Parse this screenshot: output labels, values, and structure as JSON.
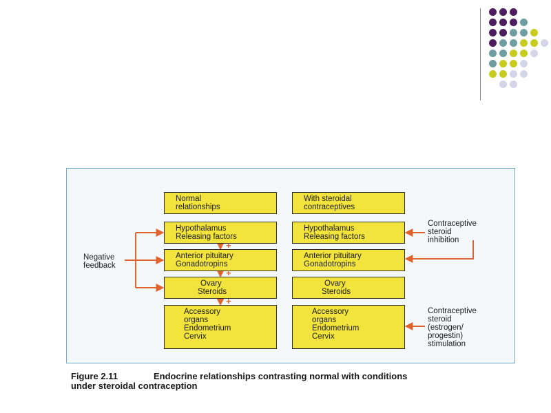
{
  "decor": {
    "dot_colors": {
      "purple": "#4b1c5e",
      "teal": "#6e9ea2",
      "yellow": "#c8cc1f",
      "lavender": "#d5d5ea"
    }
  },
  "figure": {
    "left_column": {
      "header": [
        "Normal",
        "relationships"
      ],
      "hypothalamus": [
        "Hypothalamus",
        "Releasing factors"
      ],
      "pituitary": [
        "Anterior pituitary",
        "Gonadotropins"
      ],
      "ovary": [
        "Ovary",
        "Steroids"
      ],
      "accessory": [
        "Accessory",
        "organs",
        "Endometrium",
        "Cervix"
      ]
    },
    "right_column": {
      "header": [
        "With steroidal",
        "contraceptives"
      ],
      "hypothalamus": [
        "Hypothalamus",
        "Releasing factors"
      ],
      "pituitary": [
        "Anterior pituitary",
        "Gonadotropins"
      ],
      "ovary": [
        "Ovary",
        "Steroids"
      ],
      "accessory": [
        "Accessory",
        "organs",
        "Endometrium",
        "Cervix"
      ]
    },
    "negative_feedback": [
      "Negative",
      "feedback"
    ],
    "contraceptive_inhibition": [
      "Contraceptive",
      "steroid",
      "inhibition"
    ],
    "contraceptive_stimulation": [
      "Contraceptive",
      "steroid",
      "(estrogen/",
      "progestin)",
      "stimulation"
    ],
    "plus_sign": "+",
    "arrow_color": "#e0642c"
  },
  "caption": {
    "number": "Figure 2.11",
    "line1": "Endocrine relationships contrasting normal with conditions",
    "line2": "under steroidal contraception"
  }
}
